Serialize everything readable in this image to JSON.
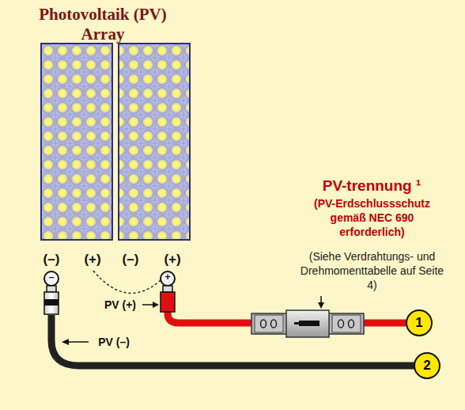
{
  "diagram": {
    "title": "Photovoltaik (PV) Array",
    "nodes": [
      {
        "text": [
          "1"
        ]
      },
      {
        "text": [
          "2"
        ]
      }
    ],
    "labels": [
      "PV-trennung ¹",
      "(PV-Erdschlussschutz gemäß NEC 690 erforderlich)",
      "(Siehe Verdrahtungs- und Drehmomenttabelle auf Seite 4)",
      "(–)",
      "(+)",
      "(–)",
      "(+)",
      "–",
      "+",
      "PV (+)",
      "PV (–)"
    ]
  }
}
